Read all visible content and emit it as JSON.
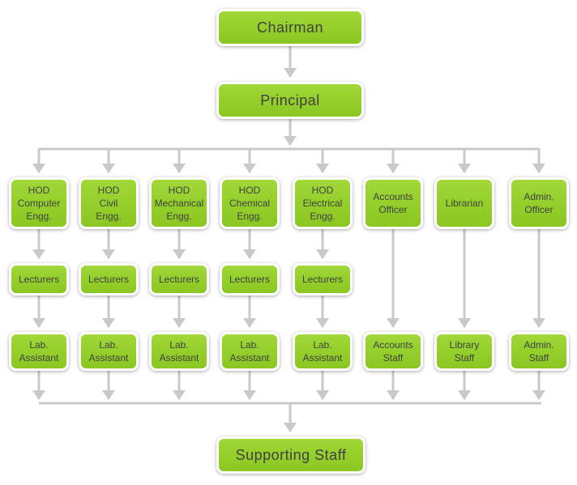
{
  "diagram": {
    "type": "org-chart",
    "colors": {
      "box_fill_top": "#a2d83a",
      "box_fill": "#95d02c",
      "box_fill_bottom": "#8bc723",
      "box_border": "#ffffff",
      "connector": "#c9c9c9",
      "text": "#414141",
      "background": "#ffffff"
    },
    "nodes": {
      "chairman": "Chairman",
      "principal": "Principal",
      "hod_computer": "HOD\nComputer\nEngg.",
      "hod_civil": "HOD\nCivil\nEngg.",
      "hod_mechanical": "HOD\nMechanical\nEngg.",
      "hod_chemical": "HOD\nChemical\nEngg.",
      "hod_electrical": "HOD\nElectrical\nEngg.",
      "accounts_officer": "Accounts\nOfficer",
      "librarian": "Librarian",
      "admin_officer": "Admin.\nOfficer",
      "lecturers_computer": "Lecturers",
      "lecturers_civil": "Lecturers",
      "lecturers_mechanical": "Lecturers",
      "lecturers_chemical": "Lecturers",
      "lecturers_electrical": "Lecturers",
      "lab_assistant_computer": "Lab.\nAssistant",
      "lab_assistant_civil": "Lab.\nAssistant",
      "lab_assistant_mechanical": "Lab.\nAssistant",
      "lab_assistant_chemical": "Lab.\nAssistant",
      "lab_assistant_electrical": "Lab.\nAssistant",
      "accounts_staff": "Accounts\nStaff",
      "library_staff": "Library\nStaff",
      "admin_staff": "Admin.\nStaff",
      "supporting_staff": "Supporting Staff"
    },
    "edges": [
      {
        "from": "chairman",
        "to": "principal"
      },
      {
        "from": "principal",
        "to": "hod_computer"
      },
      {
        "from": "principal",
        "to": "hod_civil"
      },
      {
        "from": "principal",
        "to": "hod_mechanical"
      },
      {
        "from": "principal",
        "to": "hod_chemical"
      },
      {
        "from": "principal",
        "to": "hod_electrical"
      },
      {
        "from": "principal",
        "to": "accounts_officer"
      },
      {
        "from": "principal",
        "to": "librarian"
      },
      {
        "from": "principal",
        "to": "admin_officer"
      },
      {
        "from": "hod_computer",
        "to": "lecturers_computer"
      },
      {
        "from": "hod_civil",
        "to": "lecturers_civil"
      },
      {
        "from": "hod_mechanical",
        "to": "lecturers_mechanical"
      },
      {
        "from": "hod_chemical",
        "to": "lecturers_chemical"
      },
      {
        "from": "hod_electrical",
        "to": "lecturers_electrical"
      },
      {
        "from": "lecturers_computer",
        "to": "lab_assistant_computer"
      },
      {
        "from": "lecturers_civil",
        "to": "lab_assistant_civil"
      },
      {
        "from": "lecturers_mechanical",
        "to": "lab_assistant_mechanical"
      },
      {
        "from": "lecturers_chemical",
        "to": "lab_assistant_chemical"
      },
      {
        "from": "lecturers_electrical",
        "to": "lab_assistant_electrical"
      },
      {
        "from": "accounts_officer",
        "to": "accounts_staff"
      },
      {
        "from": "librarian",
        "to": "library_staff"
      },
      {
        "from": "admin_officer",
        "to": "admin_staff"
      },
      {
        "from": "lab_assistant_computer",
        "to": "supporting_staff"
      },
      {
        "from": "lab_assistant_civil",
        "to": "supporting_staff"
      },
      {
        "from": "lab_assistant_mechanical",
        "to": "supporting_staff"
      },
      {
        "from": "lab_assistant_chemical",
        "to": "supporting_staff"
      },
      {
        "from": "lab_assistant_electrical",
        "to": "supporting_staff"
      },
      {
        "from": "accounts_staff",
        "to": "supporting_staff"
      },
      {
        "from": "library_staff",
        "to": "supporting_staff"
      },
      {
        "from": "admin_staff",
        "to": "supporting_staff"
      }
    ]
  }
}
